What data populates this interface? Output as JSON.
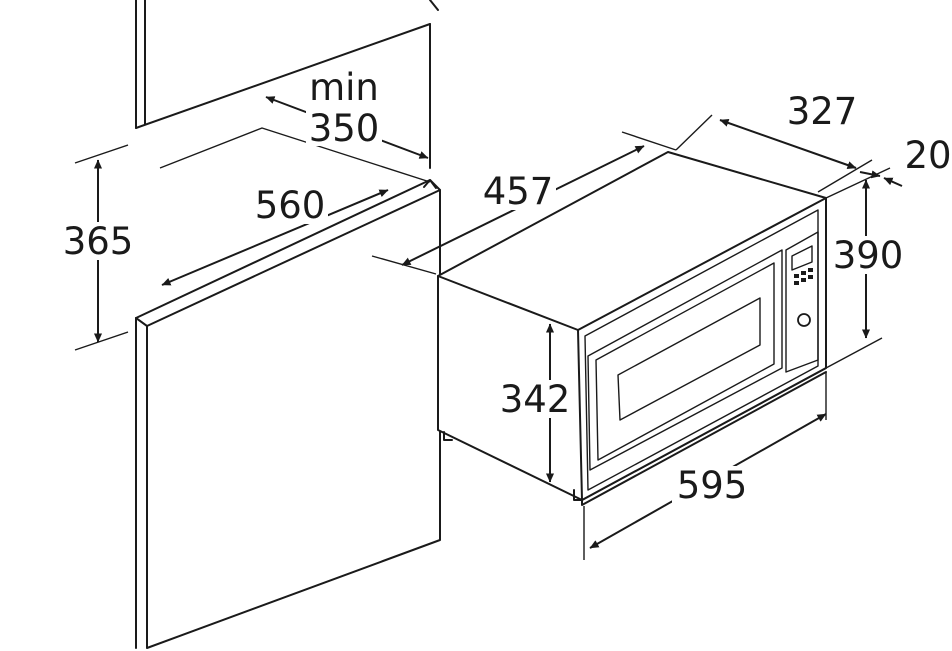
{
  "dimensions": {
    "cabinet_gap_label": "min",
    "cabinet_gap_value": "350",
    "cabinet_depth": "560",
    "niche_height": "365",
    "appliance_depth": "457",
    "appliance_width_top": "327",
    "front_projection": "20",
    "front_height": "390",
    "body_height": "342",
    "front_width": "595"
  },
  "colors": {
    "line": "#1a1a1a",
    "background": "#ffffff"
  },
  "icons": {
    "arrowhead": "filled-triangle"
  }
}
